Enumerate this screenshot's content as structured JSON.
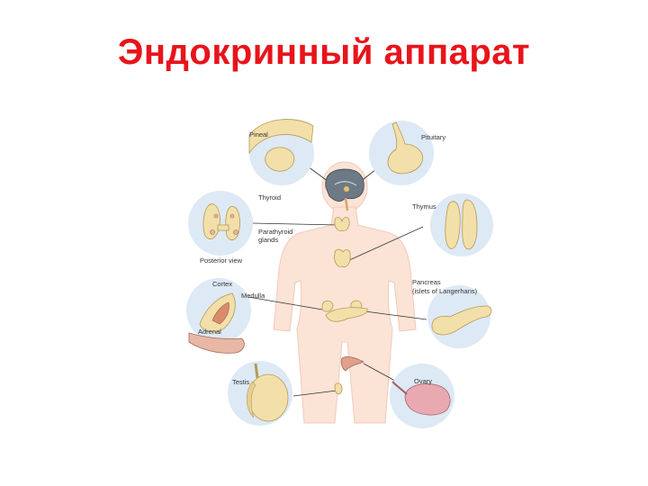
{
  "title": "Эндокринный аппарат",
  "labels": {
    "pineal": "Pineal",
    "pituitary": "Pituitary",
    "thyroid": "Thyroid",
    "parathyroid_1": "Parathyroid",
    "parathyroid_2": "glands",
    "posterior_view": "Posterior view",
    "thymus": "Thymus",
    "cortex": "Cortex",
    "medulla": "Medulla",
    "adrenal": "Adrenal",
    "pancreas_1": "Pancreas",
    "pancreas_2": "(islets of Langerhans)",
    "testis": "Testis",
    "ovary": "Ovary"
  },
  "colors": {
    "title": "#e8141b",
    "circle_fill": "#dde9f5",
    "body_fill": "#fbe3d6",
    "gland_fill": "#f3dfa9",
    "gland_stroke": "#b59a55",
    "leader_line": "#333333"
  }
}
